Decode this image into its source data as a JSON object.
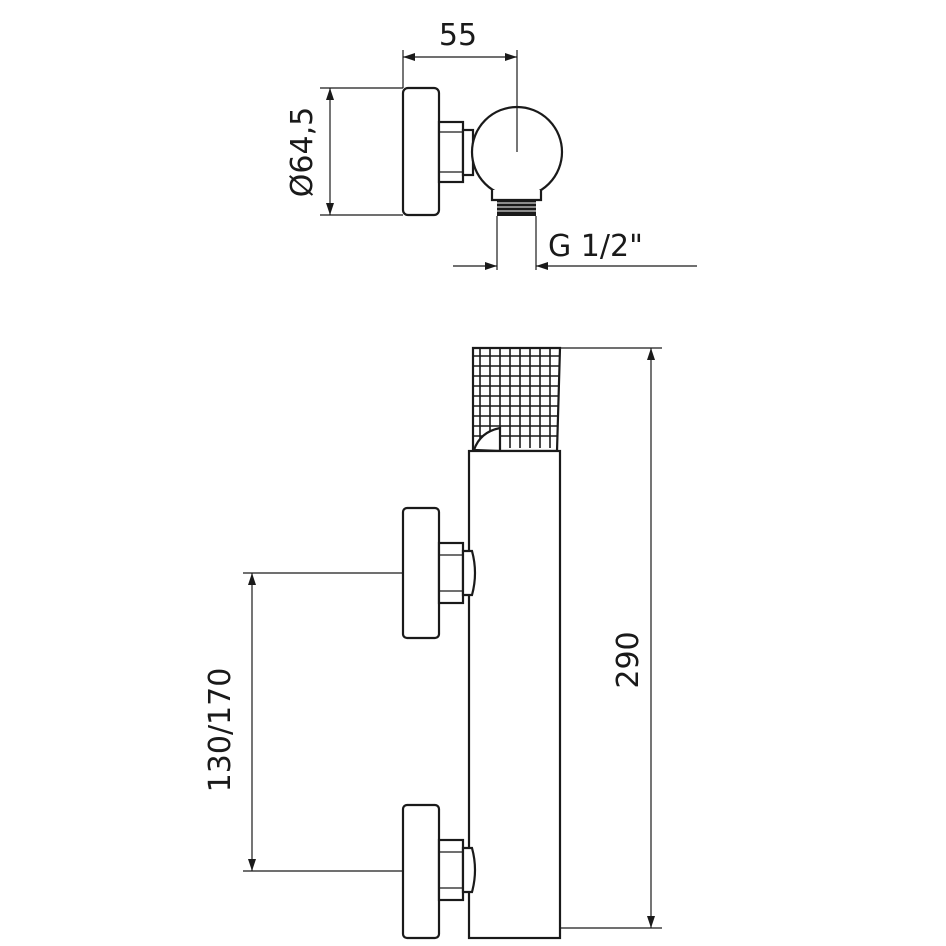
{
  "dimensions": {
    "width_label": "55",
    "diameter_label": "Ø64,5",
    "thread_label": "G 1/2\"",
    "height_label": "290",
    "spacing_label": "130/170"
  }
}
